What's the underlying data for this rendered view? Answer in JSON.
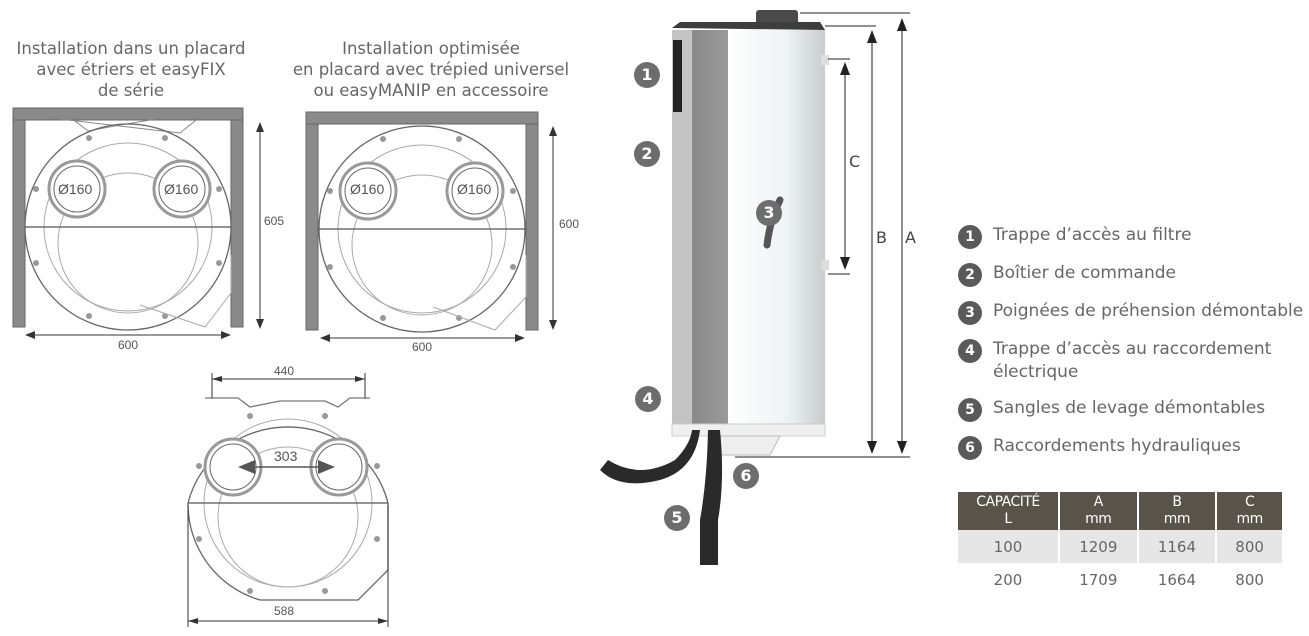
{
  "diagrams": {
    "cupboard_standard": {
      "caption": [
        "Installation dans un placard",
        "avec étriers et easyFIX",
        "de série"
      ],
      "duct_left": "Ø160",
      "duct_right": "Ø160",
      "height": "605",
      "width": "600"
    },
    "cupboard_optimized": {
      "caption": [
        "Installation optimisée",
        "en placard avec trépied universel",
        "ou easyMANIP en accessoire"
      ],
      "duct_left": "Ø160",
      "duct_right": "Ø160",
      "height": "600",
      "width": "600"
    },
    "top_view": {
      "bracket_width": "440",
      "duct_spacing": "303",
      "body_width": "588"
    }
  },
  "product": {
    "dimension_labels": {
      "A": "A",
      "B": "B",
      "C": "C"
    },
    "markers": [
      "1",
      "2",
      "3",
      "4",
      "5",
      "6"
    ]
  },
  "legend": [
    {
      "num": "1",
      "text": "Trappe d’accès au filtre"
    },
    {
      "num": "2",
      "text": "Boîtier de commande"
    },
    {
      "num": "3",
      "text": "Poignées de préhension démontable"
    },
    {
      "num": "4",
      "text": "Trappe d’accès au raccordement électrique"
    },
    {
      "num": "5",
      "text": "Sangles de levage démontables"
    },
    {
      "num": "6",
      "text": "Raccordements hydrauliques"
    }
  ],
  "table": {
    "headers": [
      {
        "line1": "CAPACITÉ",
        "line2": "L"
      },
      {
        "line1": "A",
        "line2": "mm"
      },
      {
        "line1": "B",
        "line2": "mm"
      },
      {
        "line1": "C",
        "line2": "mm"
      }
    ],
    "rows": [
      [
        "100",
        "1209",
        "1164",
        "800"
      ],
      [
        "200",
        "1709",
        "1664",
        "800"
      ]
    ]
  },
  "colors": {
    "table_header_bg": "#5a534a",
    "marker_bg": "#6d6d6d",
    "row_shade": "#e6e6e6"
  }
}
